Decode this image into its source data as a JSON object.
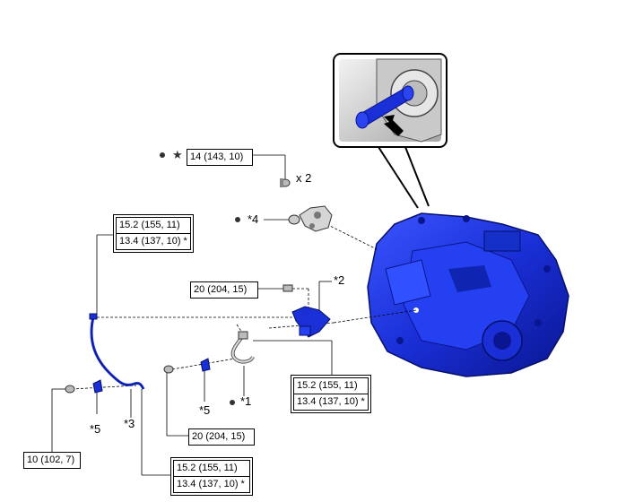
{
  "torque": {
    "t1": "14 (143, 10)",
    "t2a": "15.2 (155, 11)",
    "t2b": "13.4 (137, 10) *",
    "t3": "20 (204, 15)",
    "t4a": "15.2 (155, 11)",
    "t4b": "13.4 (137, 10) *",
    "t5": "20 (204, 15)",
    "t6": "10 (102, 7)",
    "t7a": "15.2 (155, 11)",
    "t7b": "13.4 (137, 10) *"
  },
  "notes": {
    "qty": "x 2",
    "n1": "*1",
    "n2": "*2",
    "n3": "*3",
    "n4": "*4",
    "n5a": "*5",
    "n5b": "*5"
  },
  "symbols": {
    "dot": "dot-icon",
    "star": "star-icon",
    "star_glyph": "★"
  },
  "colors": {
    "part_blue": "#1a2fd6",
    "part_dark": "#0a1690",
    "inset_grey": "#d8d8d8",
    "line": "#000000"
  }
}
